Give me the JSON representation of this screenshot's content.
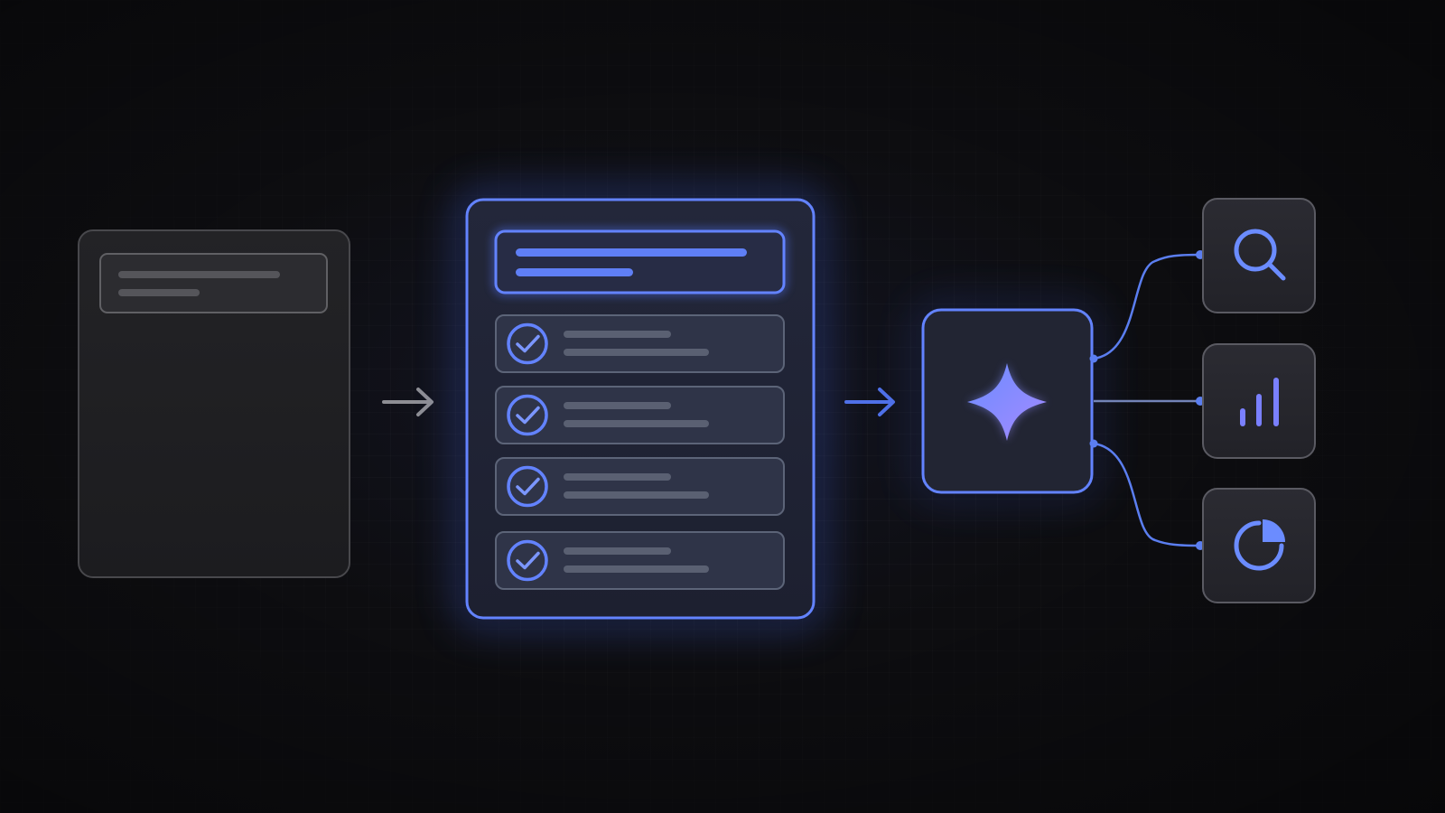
{
  "diagram": {
    "stages": [
      {
        "id": "raw-document",
        "state": "unprocessed",
        "line_count": 2
      },
      {
        "id": "structured-list",
        "state": "processed",
        "header_line_count": 2,
        "checked_item_count": 4
      },
      {
        "id": "ai-engine",
        "icon": "sparkle-icon"
      }
    ],
    "outputs": [
      {
        "id": "search",
        "icon": "search-icon"
      },
      {
        "id": "analytics",
        "icon": "bar-chart-icon"
      },
      {
        "id": "report",
        "icon": "pie-chart-icon"
      }
    ],
    "flow": [
      "raw-document",
      "structured-list",
      "ai-engine"
    ]
  },
  "colors": {
    "background": "#0d0d10",
    "accent": "#5a7cf0",
    "accent_light": "#7b96ff",
    "sparkle_start": "#6b8cff",
    "sparkle_end": "#a58aff",
    "card_neutral": "#202024",
    "card_blue": "#262a3c",
    "muted_line": "#505054"
  }
}
